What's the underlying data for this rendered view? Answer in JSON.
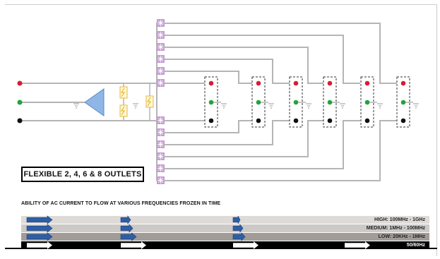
{
  "outlet_label": "FLEXIBLE 2, 4, 6 & 8 OUTLETS",
  "frequency": {
    "title": "ABILITY OF AC CURRENT TO FLOW AT VARIOUS FREQUENCIES FROZEN IN TIME",
    "bands": [
      {
        "label": "HIGH: 100MHz - 1GHz",
        "color": "#dedad8",
        "arrow_color": "#2e5fa6"
      },
      {
        "label": "MEDIUM: 1MHz - 100MHz",
        "color": "#cdc9c7",
        "arrow_color": "#2e5fa6"
      },
      {
        "label": "LOW: 20KHz - 1MHz",
        "color": "#a19c98",
        "arrow_color": "#2e5fa6"
      },
      {
        "label": "50/60Hz",
        "color": "#000000",
        "arrow_color": "#ffffff"
      }
    ]
  },
  "colors": {
    "line_hot": "#d71c35",
    "line_neutral": "#1fa53d",
    "line_ground": "#111111",
    "wire": "#b5b5b5",
    "filter_triangle": "#8fb6e6",
    "surge_element": "#f1cc4a",
    "capacitor": "#c79ad6"
  },
  "icons": {
    "capacitor": "snowflake-capacitor-icon",
    "surge": "lightning-surge-icon",
    "ground": "ground-symbol-icon"
  }
}
